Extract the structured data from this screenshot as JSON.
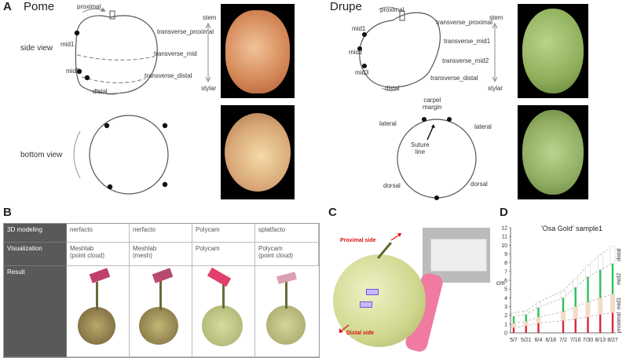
{
  "panels": {
    "a": "A",
    "b": "B",
    "c": "C",
    "d": "D"
  },
  "pome": {
    "title": "Pome",
    "side_view": "side view",
    "bottom_view": "bottom view",
    "labels": {
      "proximal": "proximal",
      "mid1": "mid1",
      "mid2": "mid2",
      "distal": "distal",
      "transverse_proximal": "transverse_proximal",
      "transverse_mid": "transverse_mid",
      "transverse_distal": "transverse_distal",
      "stem": "stem",
      "stylar": "stylar"
    }
  },
  "drupe": {
    "title": "Drupe",
    "labels": {
      "proximal": "proximal",
      "mid1": "mid1",
      "mid2": "mid2",
      "mid3": "mid3",
      "distal": "distal",
      "transverse_proximal": "transverse_proximal",
      "transverse_mid1": "transverse_mid1",
      "transverse_mid2": "transverse_mid2",
      "transverse_distal": "transverse_distal",
      "stem": "stem",
      "stylar": "stylar",
      "carpel_margin_1": "carpel",
      "carpel_margin_2": "margin",
      "lateral_left": "lateral",
      "lateral_right": "lateral",
      "suture_1": "Suture",
      "suture_2": "line",
      "dorsal_left": "dorsal",
      "dorsal_right": "dorsal"
    }
  },
  "table": {
    "rows": [
      {
        "header": "3D modeling",
        "cells": [
          "nerfacto",
          "nerfacto",
          "Polycam",
          "splatfacto"
        ]
      },
      {
        "header": "Visualization",
        "cells": [
          "Meshlab\n(point cloud)",
          "Meshlab\n(mesh)",
          "Polycam",
          "Polycam\n(point cloud)"
        ]
      },
      {
        "header": "Result",
        "cells": [
          "",
          "",
          "",
          ""
        ]
      }
    ]
  },
  "panel_c": {
    "proximal_side": "Proximal side",
    "distal_side": "Distal side"
  },
  "chart_data": {
    "type": "bar",
    "title": "'Osa Gold' sample1",
    "ylabel": "cm",
    "ylim": [
      0,
      12
    ],
    "yticks": [
      0,
      1,
      2,
      3,
      4,
      5,
      6,
      7,
      8,
      9,
      10,
      11,
      12
    ],
    "x_labels": [
      "5/7",
      "5/21",
      "6/4",
      "6/18",
      "7/2",
      "7/16",
      "7/30",
      "8/13",
      "8/27"
    ],
    "segment_labels": [
      "proximal",
      "mid1",
      "mid2",
      "distal"
    ],
    "colors": {
      "proximal": "#d9263a",
      "mid1": "#f2dcc8",
      "mid2": "#2fbf5a",
      "distal": "#ffffff"
    },
    "bars": [
      {
        "x": "5/7",
        "proximal": 0.6,
        "mid1": 0.5,
        "mid2": 0.8,
        "distal": 0.4
      },
      {
        "x": "5/21",
        "proximal": 0.8,
        "mid1": 0.5,
        "mid2": 0.8,
        "distal": 0.4
      },
      {
        "x": "6/4",
        "proximal": 1.1,
        "mid1": 0.7,
        "mid2": 1.1,
        "distal": 0.6
      },
      {
        "x": "7/2",
        "proximal": 1.4,
        "mid1": 1.0,
        "mid2": 1.6,
        "distal": 0.8
      },
      {
        "x": "7/16",
        "proximal": 1.6,
        "mid1": 1.4,
        "mid2": 2.2,
        "distal": 1.0
      },
      {
        "x": "7/30",
        "proximal": 1.8,
        "mid1": 1.7,
        "mid2": 2.9,
        "distal": 1.3
      },
      {
        "x": "8/13",
        "proximal": 2.1,
        "mid1": 1.9,
        "mid2": 3.2,
        "distal": 1.7
      },
      {
        "x": "8/27",
        "proximal": 2.3,
        "mid1": 2.1,
        "mid2": 3.5,
        "distal": 2.0
      }
    ]
  }
}
